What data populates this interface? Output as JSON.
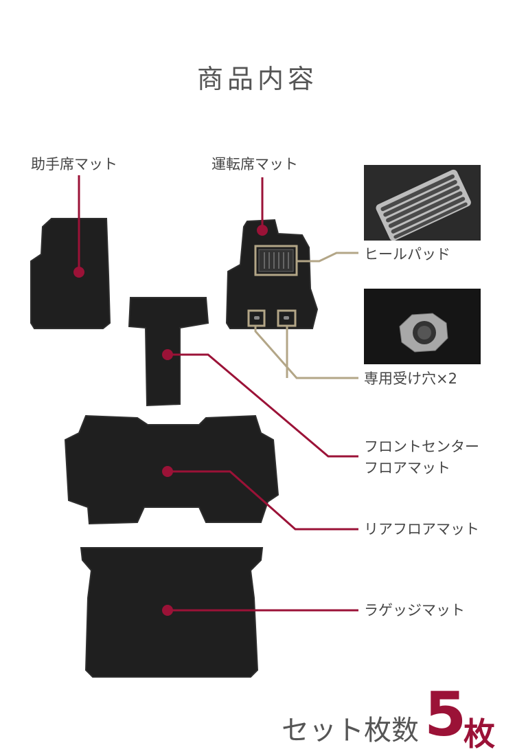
{
  "title": "商品内容",
  "labels": {
    "passenger_mat": "助手席マット",
    "driver_mat": "運転席マット",
    "heel_pad": "ヒールパッド",
    "holes": "専用受け穴×2",
    "front_center_line1": "フロントセンター",
    "front_center_line2": "フロアマット",
    "rear_mat": "リアフロアマット",
    "luggage_mat": "ラゲッジマット"
  },
  "footer": {
    "label": "セット枚数",
    "count": "5",
    "unit": "枚"
  },
  "colors": {
    "accent": "#9b1237",
    "callout_tan": "#b3a687",
    "mat": "#1e1e1e"
  }
}
